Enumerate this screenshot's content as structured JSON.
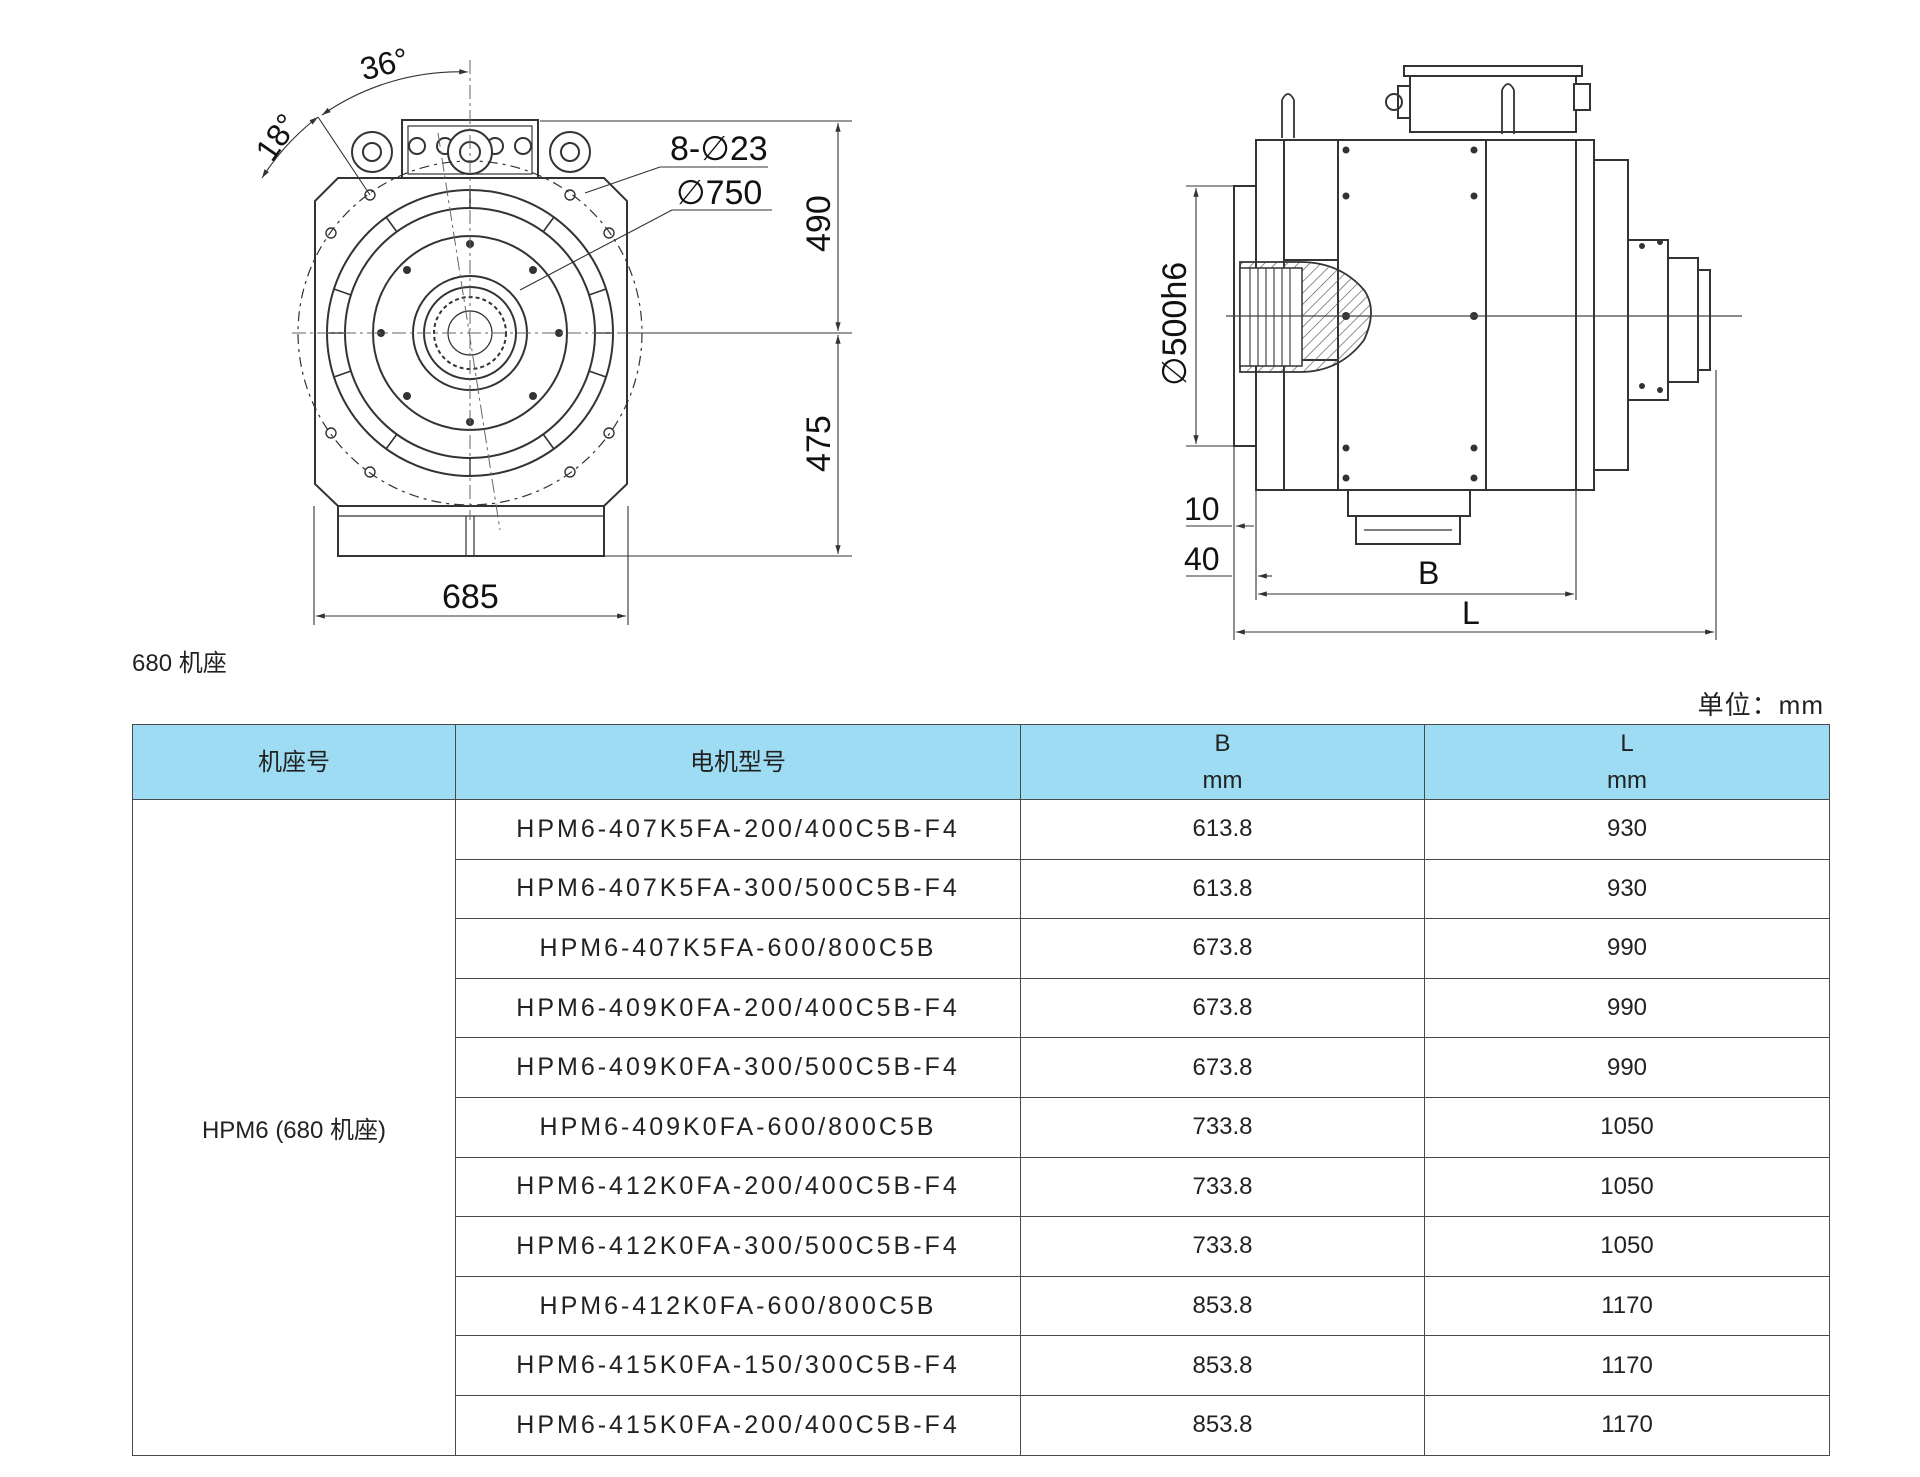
{
  "front_view": {
    "angle_36": "36°",
    "angle_18": "18°",
    "holes_label": "8-∅23",
    "diameter_label": "∅750",
    "height_upper": "490",
    "height_lower": "475",
    "width_label": "685"
  },
  "side_view": {
    "shaft_label": "∅500h6",
    "offset_10": "10",
    "offset_40": "40",
    "length_b": "B",
    "length_l": "L"
  },
  "caption": "680 机座",
  "unit": "单位：mm",
  "table": {
    "headers": {
      "frame": "机座号",
      "model": "电机型号",
      "b_top": "B",
      "b_unit": "mm",
      "l_top": "L",
      "l_unit": "mm"
    },
    "frame_value": "HPM6 (680 机座)",
    "rows": [
      {
        "model": "HPM6-407K5FA-200/400C5B-F4",
        "b": "613.8",
        "l": "930"
      },
      {
        "model": "HPM6-407K5FA-300/500C5B-F4",
        "b": "613.8",
        "l": "930"
      },
      {
        "model": "HPM6-407K5FA-600/800C5B",
        "b": "673.8",
        "l": "990"
      },
      {
        "model": "HPM6-409K0FA-200/400C5B-F4",
        "b": "673.8",
        "l": "990"
      },
      {
        "model": "HPM6-409K0FA-300/500C5B-F4",
        "b": "673.8",
        "l": "990"
      },
      {
        "model": "HPM6-409K0FA-600/800C5B",
        "b": "733.8",
        "l": "1050"
      },
      {
        "model": "HPM6-412K0FA-200/400C5B-F4",
        "b": "733.8",
        "l": "1050"
      },
      {
        "model": "HPM6-412K0FA-300/500C5B-F4",
        "b": "733.8",
        "l": "1050"
      },
      {
        "model": "HPM6-412K0FA-600/800C5B",
        "b": "853.8",
        "l": "1170"
      },
      {
        "model": "HPM6-415K0FA-150/300C5B-F4",
        "b": "853.8",
        "l": "1170"
      },
      {
        "model": "HPM6-415K0FA-200/400C5B-F4",
        "b": "853.8",
        "l": "1170"
      }
    ]
  }
}
